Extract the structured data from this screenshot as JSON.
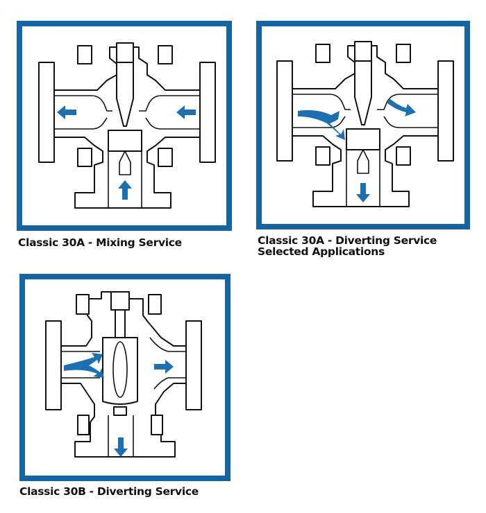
{
  "figures": [
    {
      "id": "mixing",
      "caption_lines": [
        "Classic 30A - Mixing Service"
      ],
      "flow": {
        "left_port": "outlet",
        "right_port": "inlet",
        "bottom_port": "inlet"
      },
      "arrows": [
        "left",
        "left",
        "up"
      ]
    },
    {
      "id": "diverting-selected",
      "caption_lines": [
        "Classic 30A - Diverting Service",
        "Selected Applications"
      ],
      "flow": {
        "left_port": "inlet",
        "right_port": "outlet",
        "bottom_port": "outlet"
      },
      "arrows": [
        "split-right-down",
        "right-curve",
        "down"
      ]
    },
    {
      "id": "diverting-30b",
      "caption_lines": [
        "Classic 30B - Diverting Service"
      ],
      "flow": {
        "left_port": "inlet",
        "right_port": "outlet",
        "bottom_port": "outlet"
      },
      "arrows": [
        "split-right",
        "right",
        "down"
      ]
    }
  ],
  "colors": {
    "frame": "#1565a5",
    "arrow": "#1c6fb0",
    "line": "#111111"
  }
}
